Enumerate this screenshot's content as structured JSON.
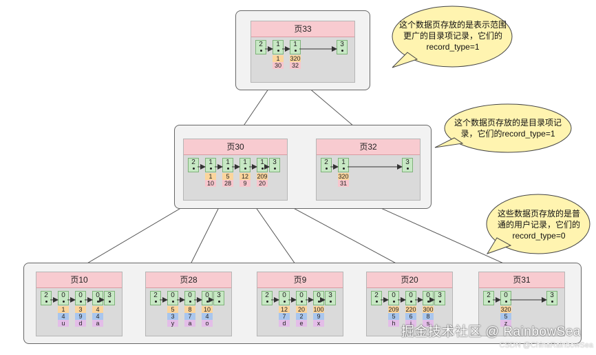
{
  "top_page": {
    "header": "页33",
    "records": [
      {
        "top": "2"
      },
      {
        "top": "1",
        "key": "1",
        "page": "30"
      },
      {
        "top": "1",
        "key": "320",
        "page": "32"
      },
      {
        "top": "3"
      }
    ]
  },
  "middle_pages": [
    {
      "header": "页30",
      "records": [
        {
          "top": "2"
        },
        {
          "top": "1",
          "key": "1",
          "page": "10"
        },
        {
          "top": "1",
          "key": "5",
          "page": "28"
        },
        {
          "top": "1",
          "key": "12",
          "page": "9"
        },
        {
          "top": "1",
          "key": "209",
          "page": "20"
        },
        {
          "top": "3"
        }
      ]
    },
    {
      "header": "页32",
      "records": [
        {
          "top": "2"
        },
        {
          "top": "1",
          "key": "320",
          "page": "31"
        },
        {
          "top": "3"
        }
      ]
    }
  ],
  "leaf_pages": [
    {
      "header": "页10",
      "records": [
        {
          "top": "2"
        },
        {
          "top": "0",
          "key": "1",
          "val": "4",
          "chr": "u"
        },
        {
          "top": "0",
          "key": "3",
          "val": "9",
          "chr": "d"
        },
        {
          "top": "0",
          "key": "4",
          "val": "4",
          "chr": "a"
        },
        {
          "top": "3"
        }
      ]
    },
    {
      "header": "页28",
      "records": [
        {
          "top": "2"
        },
        {
          "top": "0",
          "key": "5",
          "val": "3",
          "chr": "y"
        },
        {
          "top": "0",
          "key": "8",
          "val": "7",
          "chr": "a"
        },
        {
          "top": "0",
          "key": "10",
          "val": "4",
          "chr": "o"
        },
        {
          "top": "3"
        }
      ]
    },
    {
      "header": "页9",
      "records": [
        {
          "top": "2"
        },
        {
          "top": "0",
          "key": "12",
          "val": "7",
          "chr": "d"
        },
        {
          "top": "0",
          "key": "20",
          "val": "2",
          "chr": "e"
        },
        {
          "top": "0",
          "key": "100",
          "val": "9",
          "chr": "x"
        },
        {
          "top": "3"
        }
      ]
    },
    {
      "header": "页20",
      "records": [
        {
          "top": "2"
        },
        {
          "top": "0",
          "key": "209",
          "val": "5",
          "chr": "h"
        },
        {
          "top": "0",
          "key": "220",
          "val": "6",
          "chr": "i"
        },
        {
          "top": "0",
          "key": "300",
          "val": "8",
          "chr": "s"
        },
        {
          "top": "3"
        }
      ]
    },
    {
      "header": "页31",
      "records": [
        {
          "top": "2"
        },
        {
          "top": "0",
          "key": "320",
          "val": "5",
          "chr": "z"
        },
        {
          "top": "3"
        }
      ]
    }
  ],
  "callouts": [
    {
      "lines": [
        "这个数据页存放的是表示范围",
        "更广的目录项记录，它们的",
        "record_type=1"
      ]
    },
    {
      "lines": [
        "这个数据页存放的是目录项记",
        "录，它们的record_type=1"
      ]
    },
    {
      "lines": [
        "这些数据页存放的是普",
        "通的用户记录，它们的",
        "record_type=0"
      ]
    }
  ],
  "watermark": {
    "main": "掘金技术社区 @ RainbowSea",
    "sub": "CSDN @ChinaRainbowSea"
  },
  "colors": {
    "header": "#f8cbd0",
    "record": "#c7e8c4",
    "key": "#fbd59c",
    "page_ref": "#f7c6cd",
    "value": "#a9c6ee",
    "char": "#e3bde8",
    "bubble": "#fff4b0"
  }
}
